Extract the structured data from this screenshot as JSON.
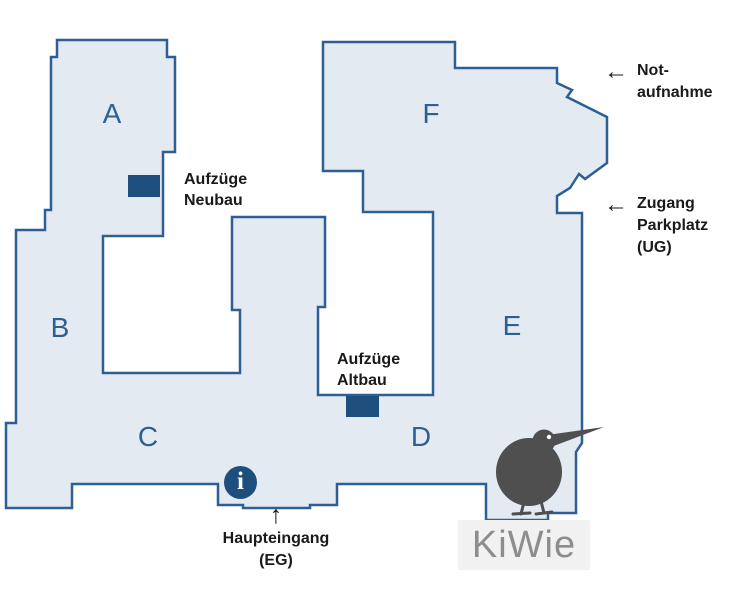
{
  "map": {
    "title": "hospital campus floor plan",
    "sections": [
      {
        "label": "A"
      },
      {
        "label": "B"
      },
      {
        "label": "C"
      },
      {
        "label": "D"
      },
      {
        "label": "E"
      },
      {
        "label": "F"
      }
    ],
    "markers": {
      "aufzuege_neubau": "Aufzüge\nNeubau",
      "aufzuege_altbau": "Aufzüge\nAltbau",
      "info_symbol": "i"
    },
    "exits": {
      "notaufnahme": "Not-\naufnahme",
      "zugang_parkplatz": "Zugang\nParkplatz\n(UG)",
      "haupteingang": "Haupteingang\n(EG)"
    },
    "icons": {
      "arrow_left": "←",
      "arrow_up": "↑",
      "info": "i",
      "kiwi_bird": "kiwi-bird-silhouette"
    },
    "colors": {
      "building_fill": "#e4eaf1",
      "building_outline": "#2e5f94",
      "elevator_fill": "#1d4e7e",
      "info_badge_fill": "#1d4e7e",
      "section_label_blue": "#2b6094",
      "text_black": "#1a1a1a",
      "kiwi_gray": "#4f4f4f",
      "logo_text_gray": "#8d8d8d",
      "logo_bg": "#f1f1f2"
    },
    "logo": {
      "text": "KiWie"
    }
  }
}
